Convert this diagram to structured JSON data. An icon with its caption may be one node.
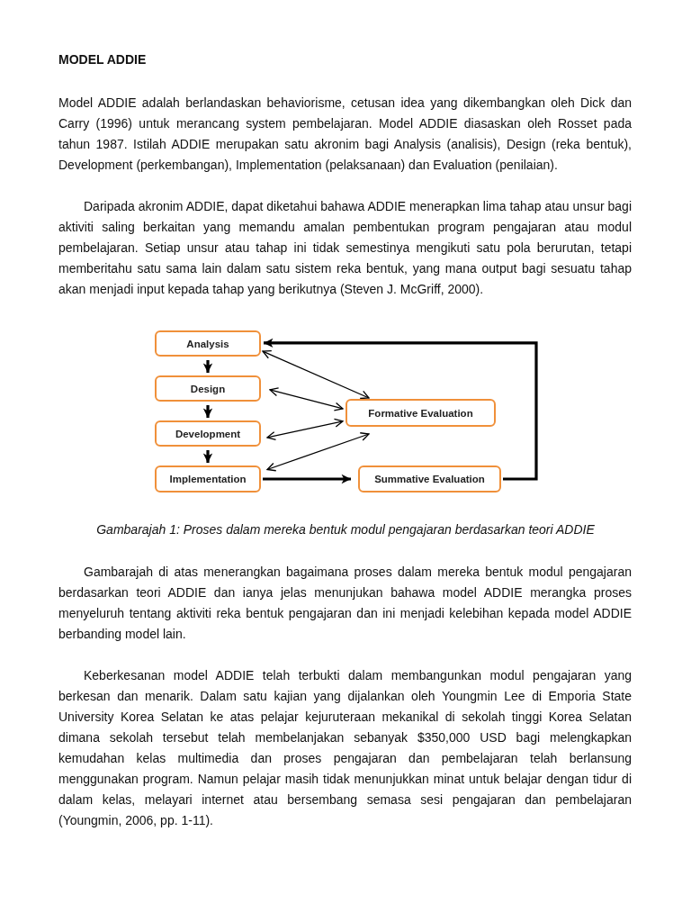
{
  "diagram": {
    "title": "MODEL ADDIE",
    "caption": "Gambarajah 1: Proses dalam mereka bentuk modul pengajaran berdasarkan teori ADDIE",
    "nodes": [
      {
        "text": [
          "Analysis"
        ]
      },
      {
        "text": [
          "Design"
        ]
      },
      {
        "text": [
          "Development"
        ]
      },
      {
        "text": [
          "Implementation"
        ]
      },
      {
        "text": [
          "Formative Evaluation"
        ]
      },
      {
        "text": [
          "Summative Evaluation"
        ]
      }
    ],
    "edges": [
      {
        "from": 0,
        "to": 1,
        "arrow": "to"
      },
      {
        "from": 1,
        "to": 2,
        "arrow": "to"
      },
      {
        "from": 2,
        "to": 3,
        "arrow": "to"
      },
      {
        "from": 3,
        "to": 5,
        "arrow": "to"
      },
      {
        "from": 5,
        "to": 0,
        "arrow": "to"
      },
      {
        "from": 0,
        "to": 4,
        "arrow": "both"
      },
      {
        "from": 1,
        "to": 4,
        "arrow": "both"
      },
      {
        "from": 2,
        "to": 4,
        "arrow": "both"
      },
      {
        "from": 3,
        "to": 4,
        "arrow": "both"
      }
    ],
    "labels": [
      "Model ADDIE adalah berlandaskan behaviorisme, cetusan idea yang dikembangkan oleh Dick dan Carry (1996) untuk merancang system pembelajaran. Model ADDIE diasaskan oleh Rosset pada tahun 1987. Istilah ADDIE merupakan satu akronim bagi Analysis (analisis), Design (reka bentuk), Development (perkembangan), Implementation (pelaksanaan) dan Evaluation (penilaian).",
      "Daripada akronim ADDIE, dapat diketahui bahawa ADDIE menerapkan lima tahap atau unsur bagi aktiviti saling berkaitan yang memandu amalan pembentukan program pengajaran atau modul pembelajaran. Setiap unsur atau tahap ini tidak semestinya mengikuti satu pola berurutan, tetapi memberitahu satu sama lain dalam satu sistem reka bentuk, yang mana output bagi sesuatu tahap akan menjadi input kepada tahap yang berikutnya (Steven J. McGriff, 2000).",
      "Gambarajah di atas menerangkan bagaimana proses dalam mereka bentuk modul pengajaran berdasarkan teori ADDIE dan ianya jelas menunjukan bahawa model ADDIE merangka proses menyeluruh tentang aktiviti reka bentuk pengajaran dan ini menjadi kelebihan kepada model ADDIE berbanding model lain.",
      "Keberkesanan model ADDIE telah terbukti dalam membangunkan modul pengajaran yang berkesan dan menarik. Dalam satu kajian yang dijalankan oleh Youngmin Lee di Emporia State University Korea Selatan ke atas pelajar kejuruteraan mekanikal di sekolah tinggi Korea Selatan dimana sekolah tersebut telah membelanjakan sebanyak $350,000 USD bagi melengkapkan kemudahan kelas multimedia dan proses pengajaran dan pembelajaran telah berlansung menggunakan program. Namun pelajar masih tidak menunjukkan minat untuk belajar dengan tidur di dalam kelas, melayari internet atau bersembang semasa sesi pengajaran dan pembelajaran (Youngmin, 2006, pp. 1-11)."
    ]
  }
}
